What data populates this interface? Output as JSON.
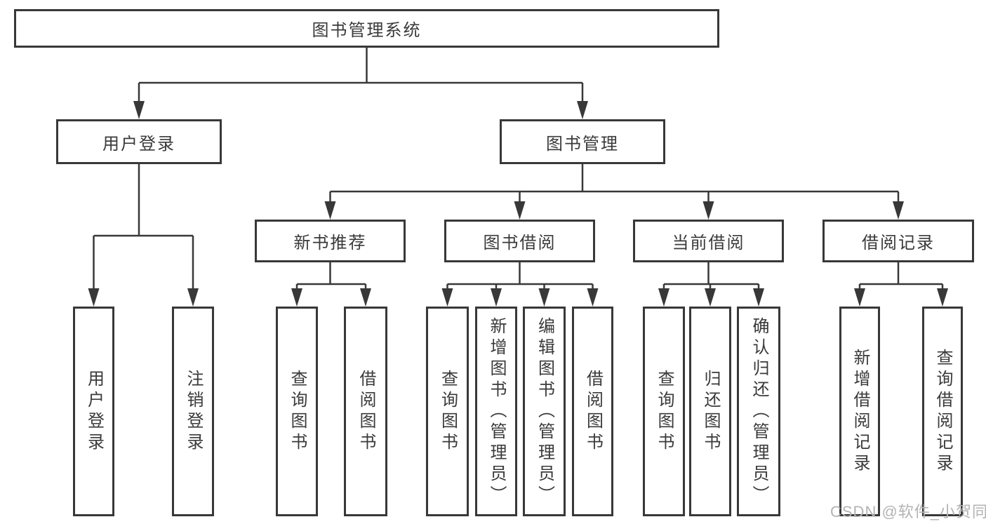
{
  "diagram": {
    "tree": {
      "label": "图书管理系统",
      "children": [
        {
          "label": "用户登录",
          "children": [
            {
              "label": "用户登录"
            },
            {
              "label": "注销登录"
            }
          ]
        },
        {
          "label": "图书管理",
          "children": [
            {
              "label": "新书推荐",
              "children": [
                {
                  "label": "查询图书"
                },
                {
                  "label": "借阅图书"
                }
              ]
            },
            {
              "label": "图书借阅",
              "children": [
                {
                  "label": "查询图书"
                },
                {
                  "label": "新增图书（管理员）"
                },
                {
                  "label": "编辑图书（管理员）"
                },
                {
                  "label": "借阅图书"
                }
              ]
            },
            {
              "label": "当前借阅",
              "children": [
                {
                  "label": "查询图书"
                },
                {
                  "label": "归还图书"
                },
                {
                  "label": "确认归还（管理员）"
                }
              ]
            },
            {
              "label": "借阅记录",
              "children": [
                {
                  "label": "新增借阅记录"
                },
                {
                  "label": "查询借阅记录"
                }
              ]
            }
          ]
        }
      ]
    },
    "colors": {
      "line": "#383838",
      "text": "#3a3a3a",
      "background": "#ffffff",
      "watermark_color": "#b3b3b3"
    }
  },
  "watermark": {
    "text": "CSDN @软件_小贺同学"
  }
}
